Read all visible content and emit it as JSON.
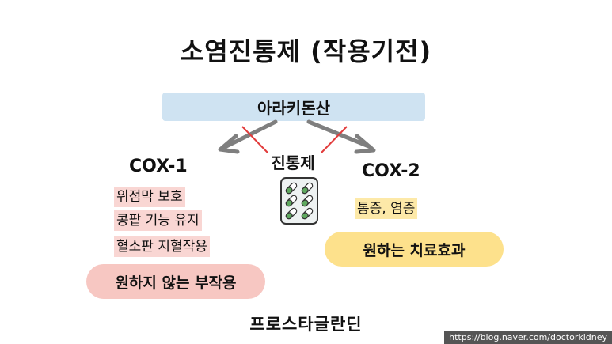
{
  "title": "소염진통제 (작용기전)",
  "source": {
    "label": "아라키돈산",
    "color": "#cfe3f2"
  },
  "drug": {
    "label": "진통제",
    "icon": "pill-pack-icon"
  },
  "left": {
    "enzyme": "COX-1",
    "roles": [
      "위점막 보호",
      "콩팥 기능 유지",
      "혈소판 지혈작용"
    ],
    "role_color": "#f9d6d3",
    "effect": "원하지 않는 부작용",
    "effect_color": "#f7c7c2"
  },
  "right": {
    "enzyme": "COX-2",
    "roles": [
      "통증, 염증"
    ],
    "role_color": "#fde9a8",
    "effect": "원하는 치료효과",
    "effect_color": "#fde18c"
  },
  "product": "프로스타글란딘",
  "watermark": "https://blog.naver.com/doctorkidney",
  "colors": {
    "arrow": "#7f7f7f",
    "block": "#e23b3b",
    "watermark_bg": "#555555"
  }
}
